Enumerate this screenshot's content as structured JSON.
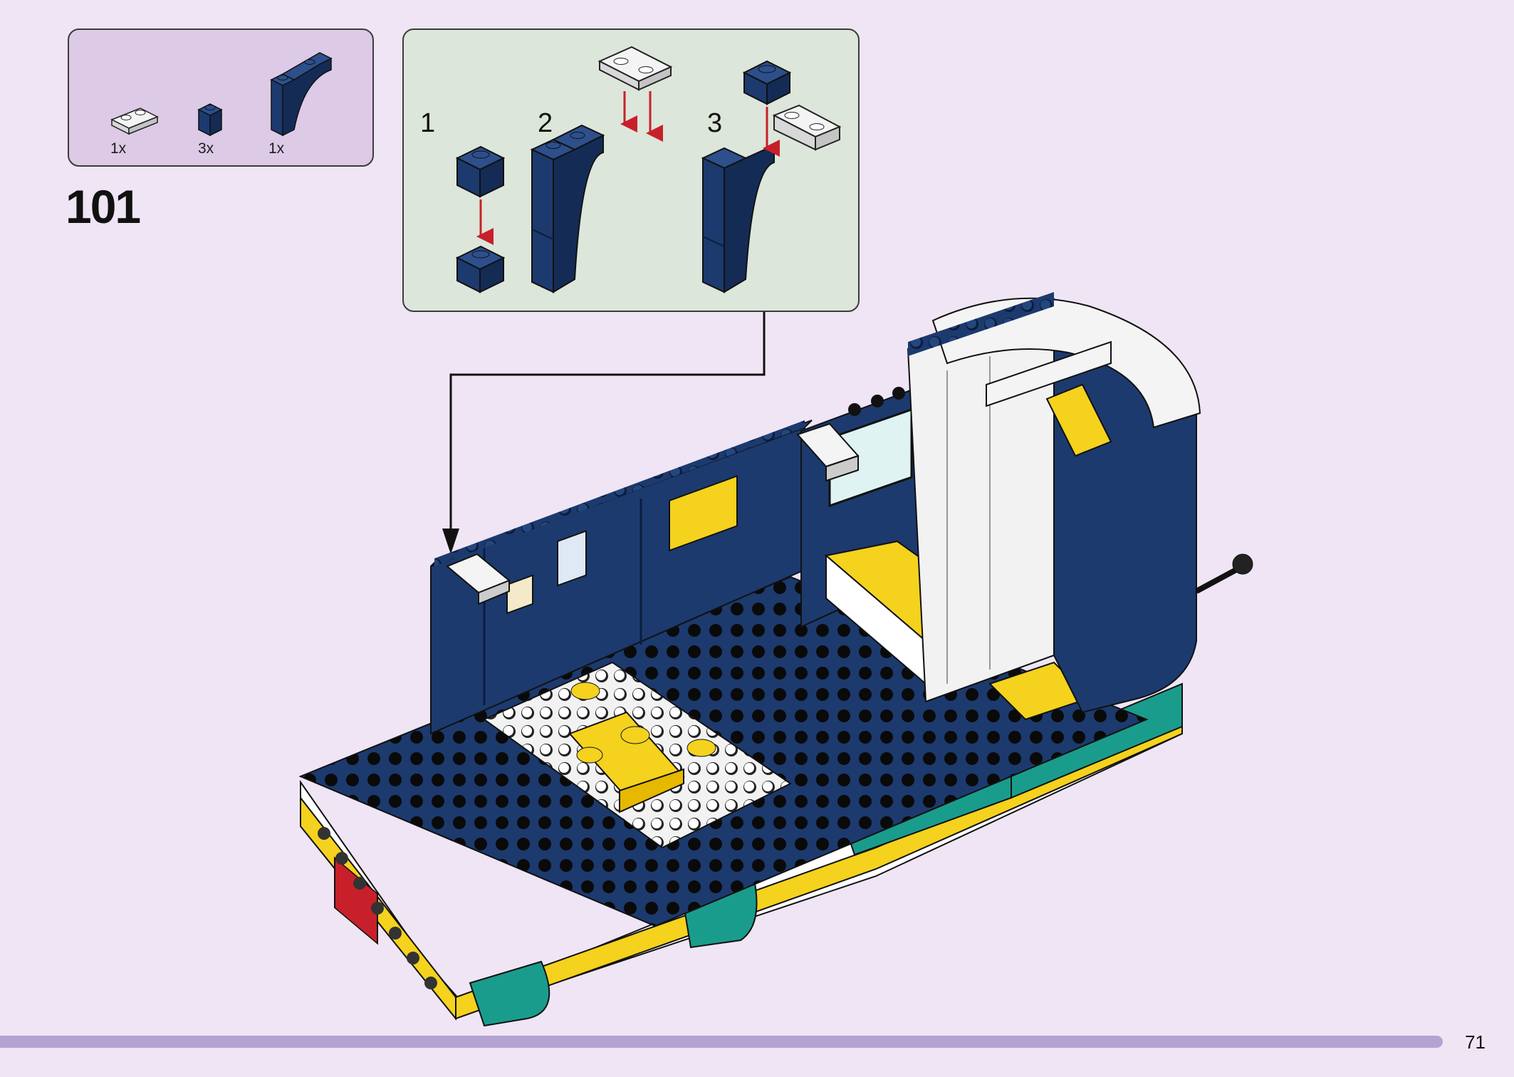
{
  "step": {
    "number": "101"
  },
  "parts": [
    {
      "qty": "1x",
      "icon": "white-plate-1x2-icon",
      "color": "#f2f2f2"
    },
    {
      "qty": "3x",
      "icon": "navy-brick-1x1-icon",
      "color": "#1c3a6e"
    },
    {
      "qty": "1x",
      "icon": "navy-arch-brick-icon",
      "color": "#1c3a6e"
    }
  ],
  "substeps": [
    {
      "label": "1"
    },
    {
      "label": "2"
    },
    {
      "label": "3"
    }
  ],
  "page": {
    "number": "71"
  },
  "colors": {
    "background": "#efe5f4",
    "parts_box": "#dccae6",
    "substep_box": "#dce6da",
    "navy": "#1c3a6e",
    "arrow_red": "#c8202a",
    "yellow": "#f4d21e",
    "teal": "#1a9c8c",
    "bar": "#b4a3d2"
  }
}
